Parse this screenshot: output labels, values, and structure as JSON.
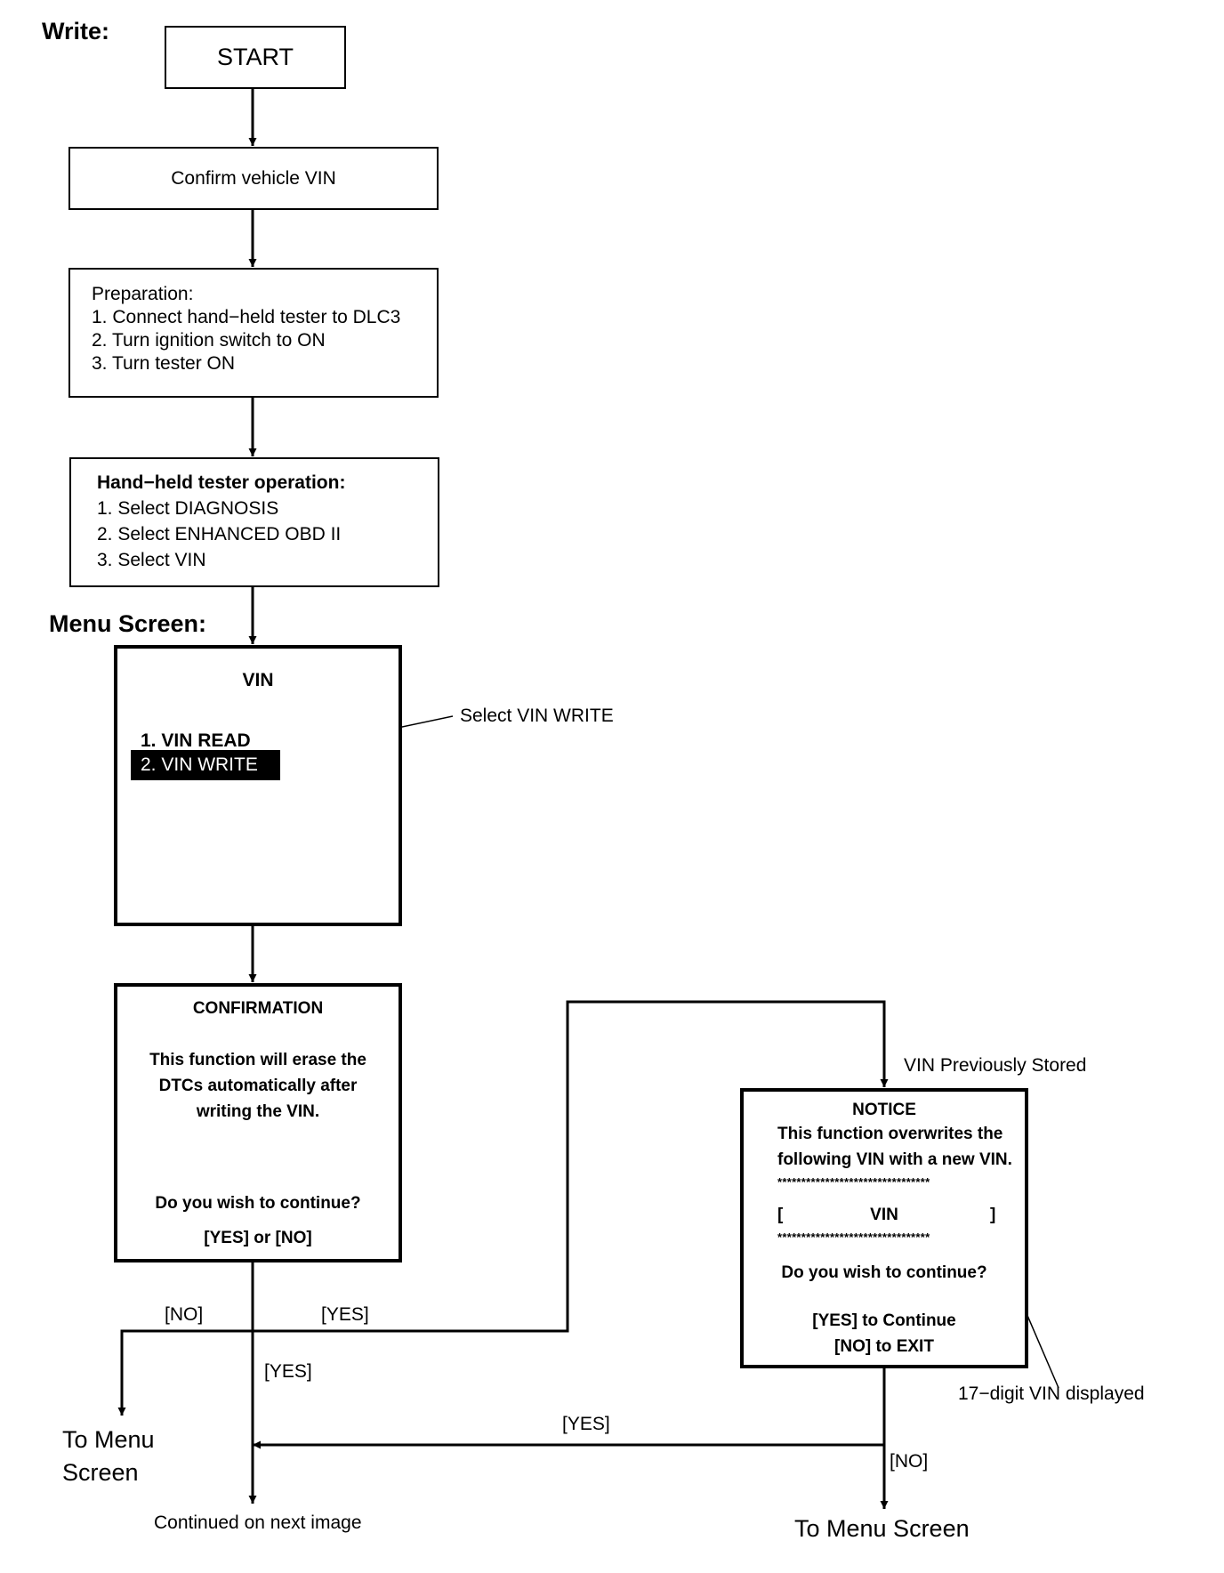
{
  "headings": {
    "write": "Write:",
    "menu_screen": "Menu Screen:"
  },
  "steps": {
    "start": "START",
    "confirm_vin": "Confirm vehicle VIN",
    "preparation": {
      "title": "Preparation:",
      "items": [
        "1. Connect hand−held tester to DLC3",
        "2. Turn ignition switch to ON",
        "3. Turn tester ON"
      ]
    },
    "tester_operation": {
      "title": "Hand−held tester operation:",
      "items": [
        "1. Select DIAGNOSIS",
        "2. Select ENHANCED OBD II",
        "3. Select VIN"
      ]
    }
  },
  "menu_screen": {
    "title": "VIN",
    "items": [
      "1. VIN READ",
      "2. VIN WRITE"
    ],
    "callout": "Select VIN WRITE"
  },
  "confirmation_screen": {
    "title": "CONFIRMATION",
    "message": [
      "This function will erase the",
      "DTCs automatically after",
      "writing the VIN."
    ],
    "question": "Do you wish to continue?",
    "options": "[YES] or [NO]"
  },
  "notice_screen": {
    "title": "NOTICE",
    "message": [
      "This function overwrites the",
      "following VIN with a new VIN."
    ],
    "stars": "********************************",
    "vin_open": "[",
    "vin_label": "VIN",
    "vin_close": "]",
    "question": "Do you wish to continue?",
    "yes_option": "[YES] to Continue",
    "no_option": "[NO] to EXIT",
    "entry_label": "VIN Previously Stored",
    "callout": "17−digit VIN displayed"
  },
  "branches": {
    "no": "[NO]",
    "yes": "[YES]",
    "to_menu_line1": "To Menu",
    "to_menu_line2": "Screen",
    "to_menu_screen": "To Menu Screen",
    "continued": "Continued on next image"
  }
}
